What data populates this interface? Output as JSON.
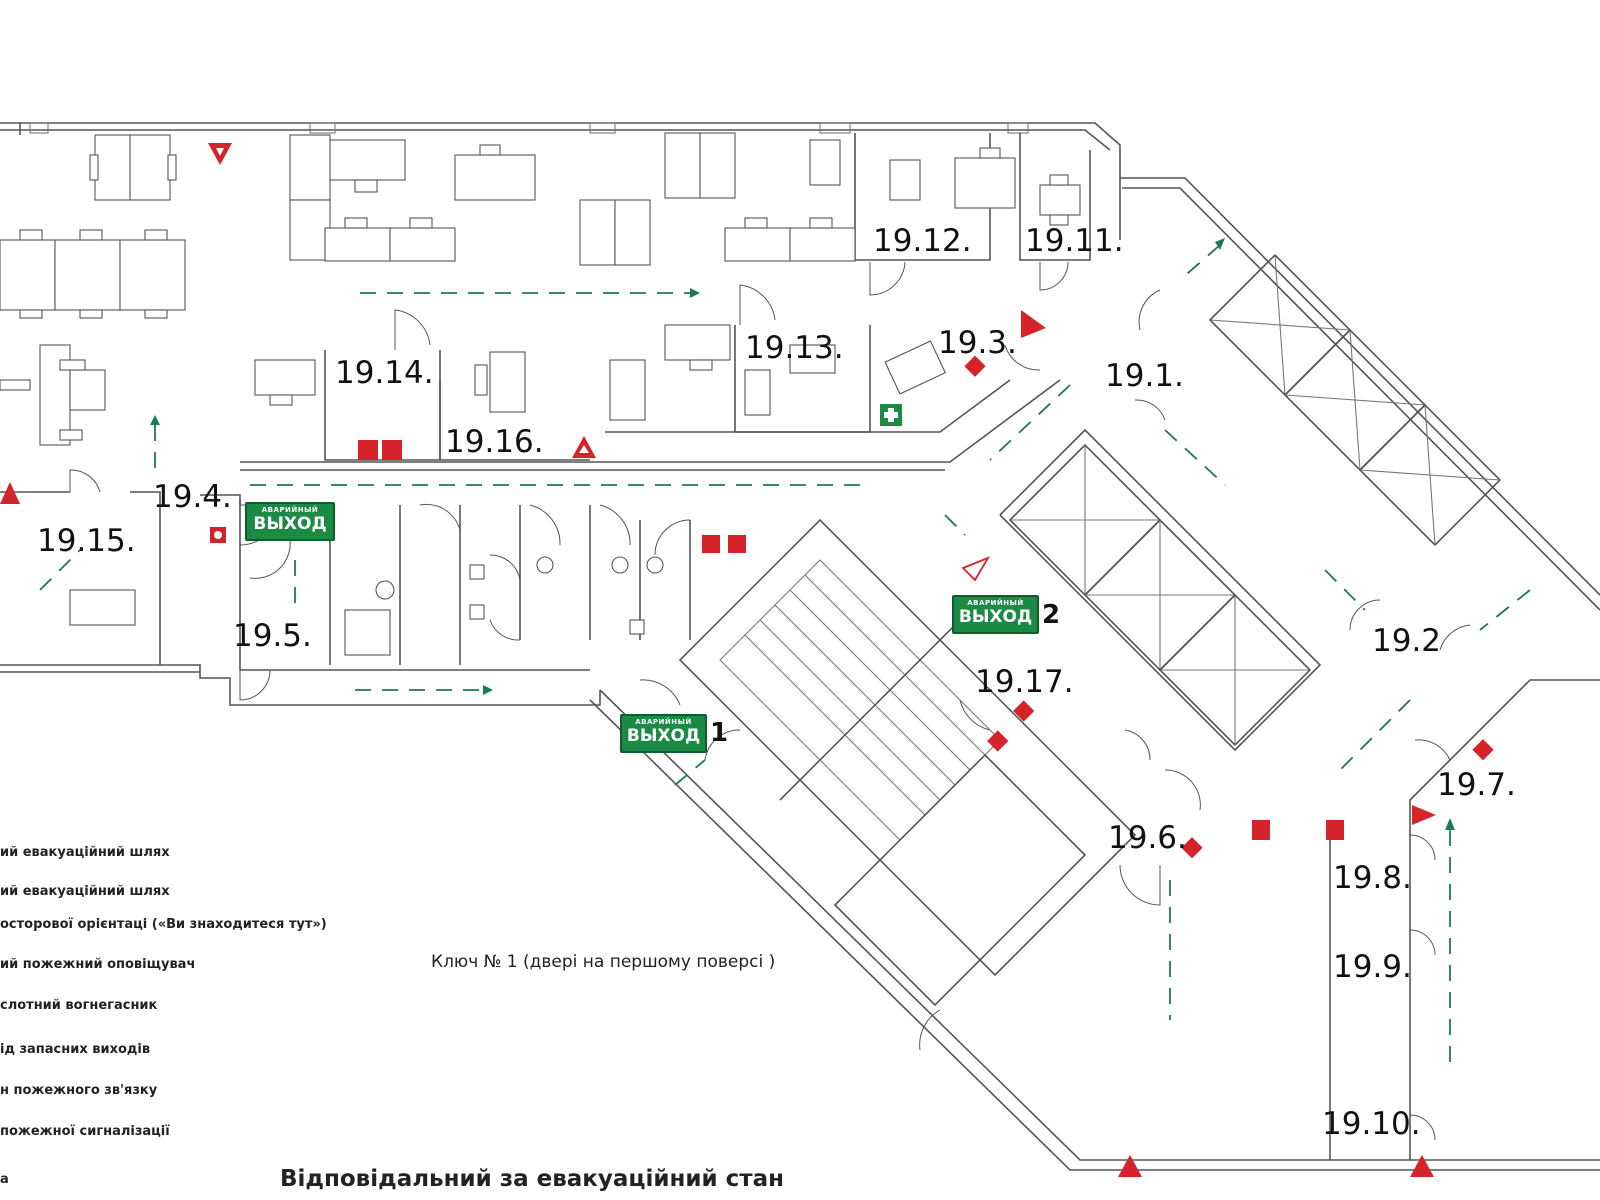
{
  "rooms": {
    "r19_1": "19.1.",
    "r19_2": "19.2",
    "r19_3": "19.3.",
    "r19_4": "19.4.",
    "r19_5": "19.5.",
    "r19_6": "19.6.",
    "r19_7": "19.7.",
    "r19_8": "19.8.",
    "r19_9": "19.9.",
    "r19_10": "19.10.",
    "r19_11": "19.11.",
    "r19_12": "19.12.",
    "r19_13": "19.13.",
    "r19_14": "19.14.",
    "r19_15": "19.15.",
    "r19_16": "19.16.",
    "r19_17": "19.17."
  },
  "exits": {
    "sign_small": "АВАРИЙНЫЙ",
    "sign_big": "ВЫХОД",
    "exit1_number": "1",
    "exit2_number": "2"
  },
  "legend": [
    "ий евакуаційний шлях",
    "ий евакуаційний шлях",
    "осторової орієнтаці   («Ви знаходитеся тут»)",
    "ий пожежний оповіщувач",
    "слотний вогнегасник",
    "ід запасних виходів",
    "н пожежного зв'язку",
    "пожежної сигналізації",
    "а"
  ],
  "key_note": "Ключ № 1 (двері на першому поверсі )",
  "footer_title": "Відповідальний за евакуаційний стан",
  "colors": {
    "route_green": "#1f7a52",
    "exit_green": "#1b8a45",
    "safety_red": "#d6222b",
    "wall_gray": "#555555"
  },
  "icons": {
    "fire_alarm": "triangle-warning-icon",
    "extinguisher": "fire-extinguisher-icon",
    "first_aid": "first-aid-cross-icon",
    "you_are_here": "you-are-here-arrow-icon",
    "call_point": "manual-call-point-icon"
  }
}
